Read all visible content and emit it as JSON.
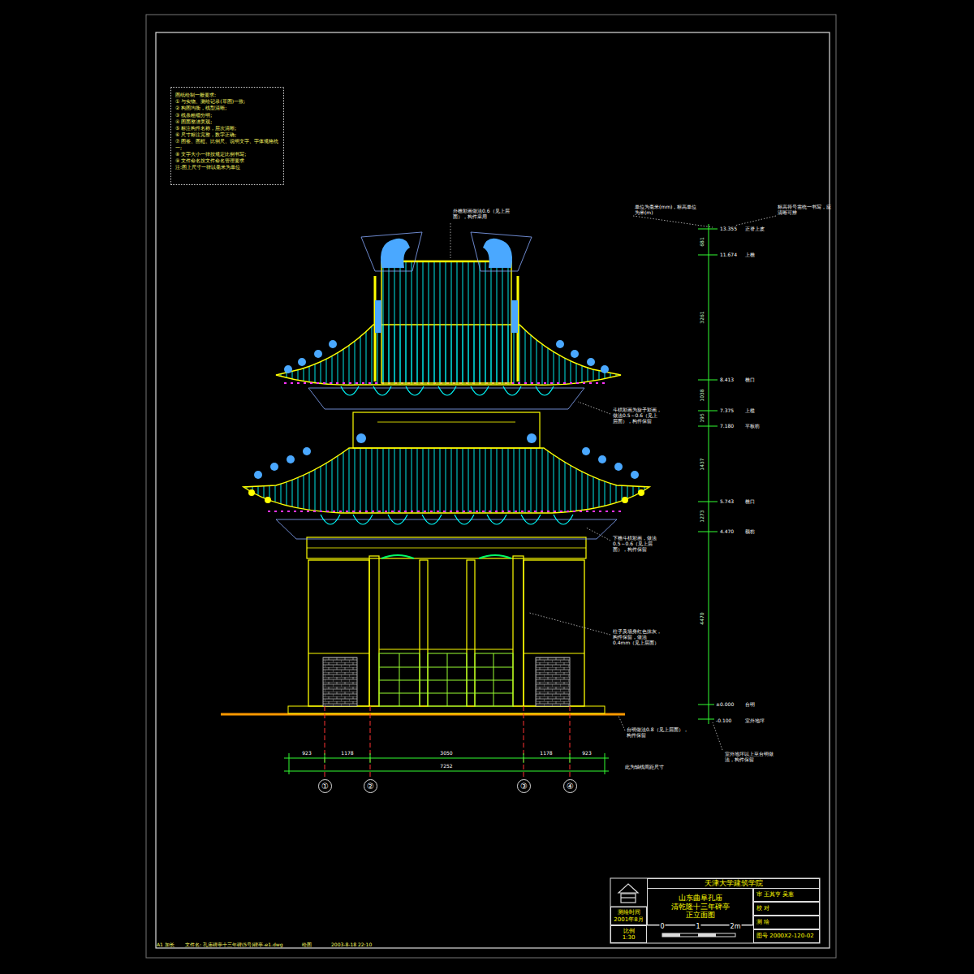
{
  "diagram": {
    "nodes": [
      {
        "text": [
          "图纸绘制一般要求:",
          "① 与实物、测绘记录(草图)一致;",
          "② 构图均衡，线型清晰;",
          "③ 线条粗细分明;",
          "④ 图面整洁美观;",
          "⑤ 标注构件名称，层次清晰;",
          "⑥ 尺寸标注完整，数字正确;",
          "⑦ 图签、图框、比例尺、说明文字、字体规格统一;",
          "⑧ 文字大小一律按规定比例书写;",
          "⑨ 文件命名按文件命名管理要求",
          "注:图上尺寸一律以毫米为单位"
        ]
      },
      {
        "text": [
          "天津大学建筑学院"
        ]
      },
      {
        "text": [
          "山东曲阜孔庙",
          "清乾隆十三年碑亭",
          "正立面图"
        ]
      },
      {
        "text": [
          "测绘时间",
          "2001年8月"
        ]
      },
      {
        "text": [
          "比例",
          "1:30"
        ]
      },
      {
        "text": [
          "审 王其亨 吴葱"
        ]
      },
      {
        "text": [
          "校 对"
        ]
      },
      {
        "text": [
          "测 绘"
        ]
      },
      {
        "text": [
          "图号 2000X2-120-02"
        ]
      },
      {
        "text": [
          "①"
        ]
      },
      {
        "text": [
          "②"
        ]
      },
      {
        "text": [
          "③"
        ]
      },
      {
        "text": [
          "④"
        ]
      }
    ],
    "edges": [],
    "labels": [
      "外檐彩画做法0.6（见上层面），构件采用",
      "单位为毫米(mm)，标高单位为米(m)",
      "标高符号需统一书写，应清晰可辨",
      "13.355",
      "11.674",
      "8.413",
      "7.375",
      "7.180",
      "5.743",
      "4.470",
      "±0.000",
      "-0.100",
      "681",
      "3261",
      "1038",
      "195",
      "1437",
      "1273",
      "4470",
      "正脊上皮",
      "上檐",
      "檐口",
      "上槛",
      "平板枋",
      "檐口",
      "额枋",
      "台明",
      "室外地坪",
      "斗栱彩画为旋子彩画，做法0.5～0.6（见上层面），构件保留",
      "下檐斗栱彩画，做法0.5～0.6（见上层面），构件保留",
      "柱子及墙身红色抹灰，构件保留，做法0.4mm（见上层面）",
      "台明做法0.8（见上层面），构件保留",
      "室外地坪以上至台明做法，构件保留",
      "此为轴线间距尺寸",
      "923",
      "1178",
      "3050",
      "1178",
      "923",
      "7252",
      "0",
      "1",
      "2m",
      "A1 加长",
      "文件名: 孔庙碑亭十三年碑(5号)碑亭-e1.dwg",
      "绘图",
      "2003-8-18 22:10"
    ]
  }
}
